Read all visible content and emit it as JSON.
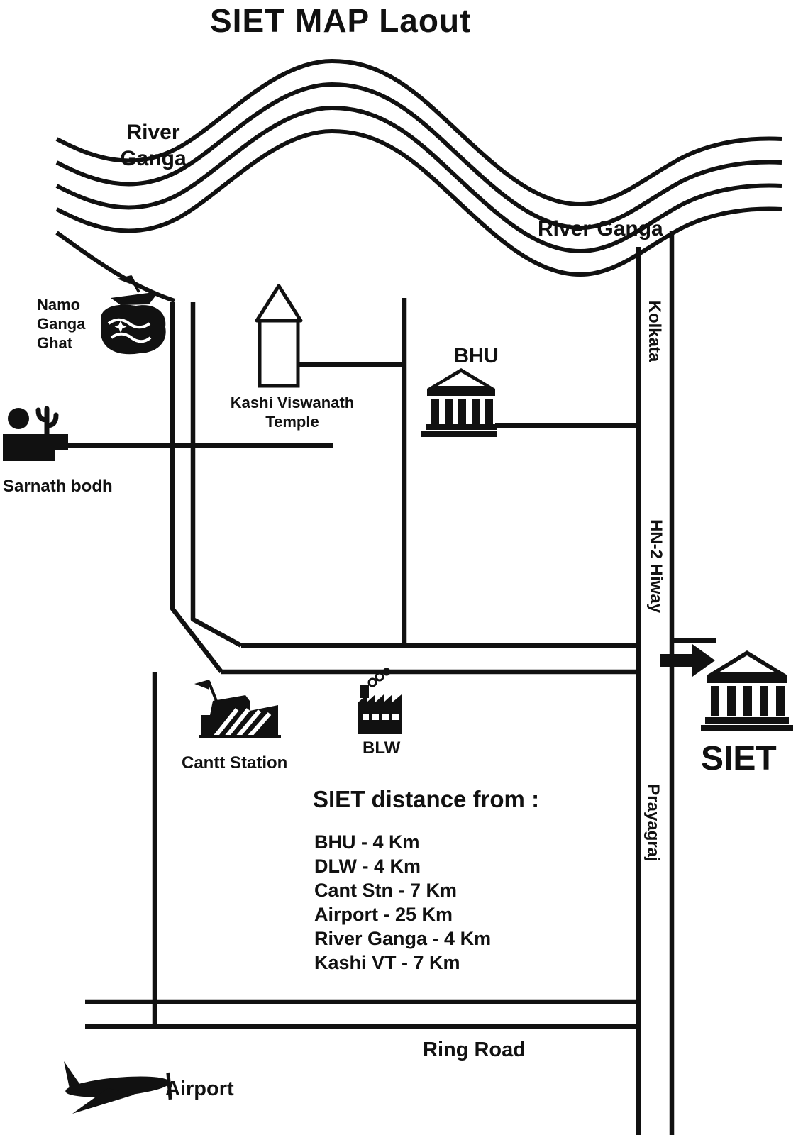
{
  "title": "SIET MAP Laout",
  "colors": {
    "ink": "#111111",
    "background": "#ffffff"
  },
  "river": {
    "label_left": [
      "River",
      "Ganga"
    ],
    "label_right": "River Ganga"
  },
  "highway": {
    "labels": {
      "top": "Kolkata",
      "middle": "HN-2 Hiway",
      "bottom": "Prayagraj"
    }
  },
  "landmarks": {
    "namo_ghat": {
      "lines": [
        "Namo",
        "Ganga",
        "Ghat"
      ]
    },
    "kashi_temple": {
      "lines": [
        "Kashi Viswanath",
        "Temple"
      ]
    },
    "bhu": {
      "label": "BHU"
    },
    "sarnath": {
      "label": "Sarnath bodh"
    },
    "cantt_station": {
      "label": "Cantt Station"
    },
    "blw": {
      "label": "BLW"
    },
    "siet": {
      "label": "SIET"
    },
    "airport": {
      "label": "Airport"
    }
  },
  "roads": {
    "ring_road_label": "Ring Road"
  },
  "distance_panel": {
    "heading": "SIET distance from :",
    "items": [
      "BHU - 4 Km",
      "DLW - 4 Km",
      "Cant Stn - 7 Km",
      "Airport - 25 Km",
      "River Ganga - 4 Km",
      "Kashi VT - 7 Km"
    ]
  }
}
